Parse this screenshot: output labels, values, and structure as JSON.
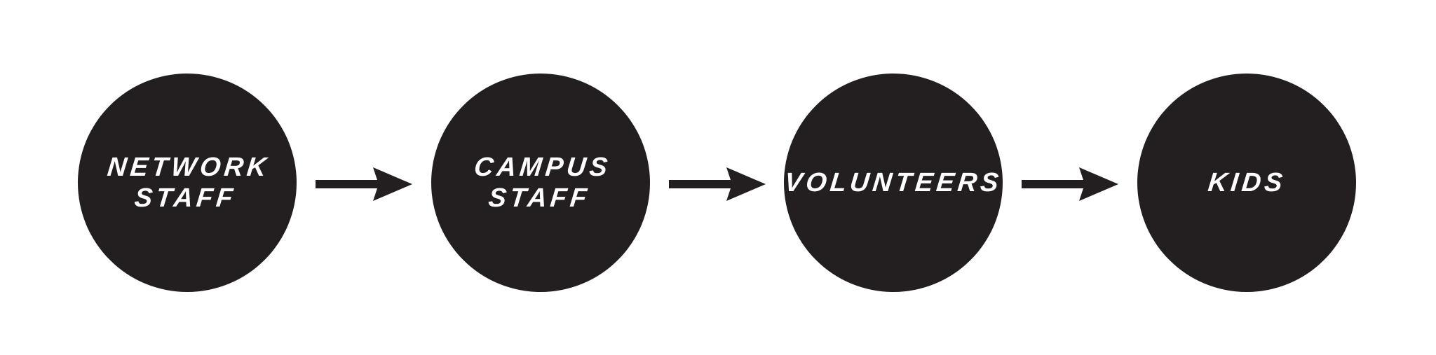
{
  "colors": {
    "node_fill": "#231f20",
    "label_text": "#ffffff",
    "arrow": "#231f20",
    "background": "#ffffff"
  },
  "nodes": [
    {
      "label": "NETWORK\nSTAFF"
    },
    {
      "label": "CAMPUS\nSTAFF"
    },
    {
      "label": "VOLUNTEERS"
    },
    {
      "label": "KIDS"
    }
  ],
  "connectors": [
    {
      "from": "NETWORK STAFF",
      "to": "CAMPUS STAFF",
      "icon": "arrow-right-icon"
    },
    {
      "from": "CAMPUS STAFF",
      "to": "VOLUNTEERS",
      "icon": "arrow-right-icon"
    },
    {
      "from": "VOLUNTEERS",
      "to": "KIDS",
      "icon": "arrow-right-icon"
    }
  ]
}
